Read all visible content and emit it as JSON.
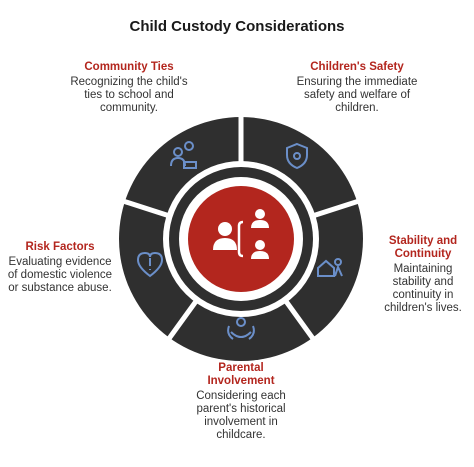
{
  "title": "Child Custody Considerations",
  "colors": {
    "accent_red": "#b3261e",
    "segment_dark": "#2f2f2f",
    "icon_blue": "#6b8fc9",
    "center_fill": "#b3261e"
  },
  "center_icon": "parent-children-icon",
  "sections": [
    {
      "heading": "Community Ties",
      "description": "Recognizing the child's ties to school and community.",
      "icon": "community-people-icon"
    },
    {
      "heading": "Children's Safety",
      "description": "Ensuring the immediate safety and welfare of children.",
      "icon": "shield-child-icon"
    },
    {
      "heading": "Stability and Continuity",
      "description": "Maintaining stability and continuity in children's lives.",
      "icon": "house-child-icon"
    },
    {
      "heading": "Parental Involvement",
      "description": "Considering each parent's historical involvement in childcare.",
      "icon": "caring-hands-icon"
    },
    {
      "heading": "Risk Factors",
      "description": "Evaluating evidence of domestic violence or substance abuse.",
      "icon": "heart-warning-icon"
    }
  ]
}
